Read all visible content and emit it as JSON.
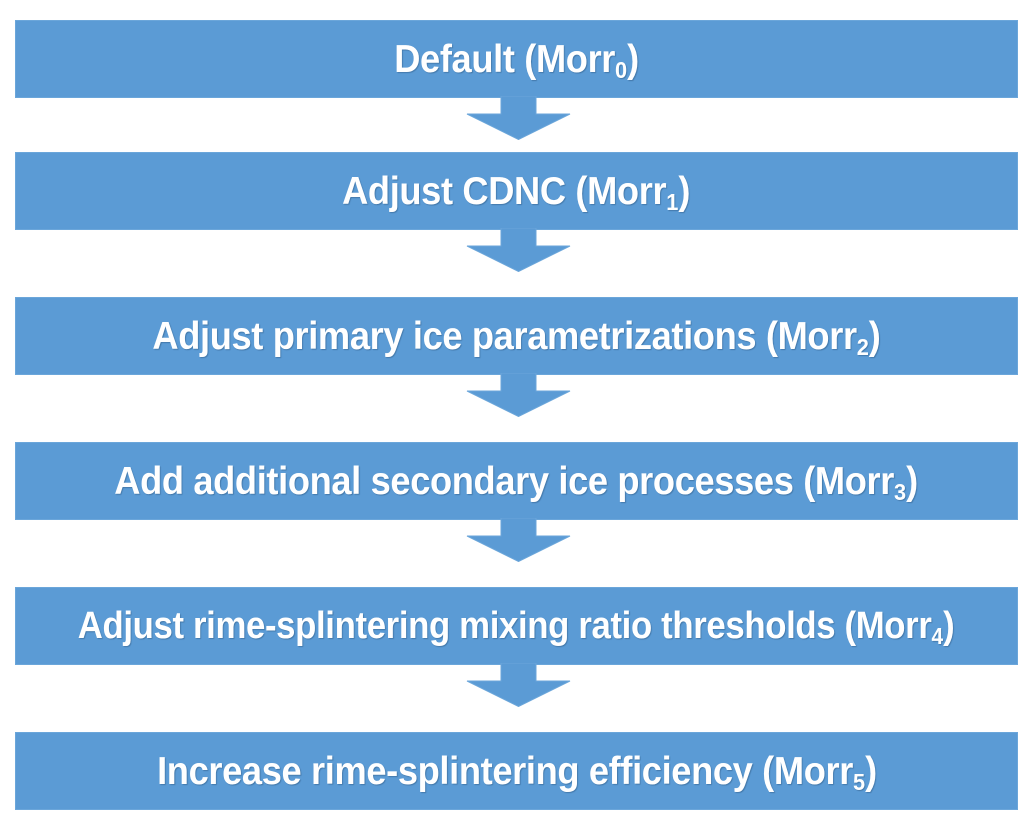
{
  "figure": {
    "kind": "vertical-flowchart",
    "orientation": "top-to-bottom",
    "box_color": "#5B9BD5",
    "box_outline_color": "#6BA6DA",
    "text_color": "#FFFFFF",
    "background_color": "#FFFFFF",
    "arrow_color": "#5B9BD5",
    "step_count": 6,
    "arrow_count": 5
  },
  "steps": [
    {
      "index": 0,
      "text_plain": "Default (Morr0)",
      "action": "Default",
      "label_prefix": "Default (Morr",
      "label_sub": "0",
      "label_suffix": ")"
    },
    {
      "index": 1,
      "text_plain": "Adjust CDNC (Morr1)",
      "action": "Adjust CDNC",
      "label_prefix": "Adjust CDNC (Morr",
      "label_sub": "1",
      "label_suffix": ")"
    },
    {
      "index": 2,
      "text_plain": "Adjust primary ice parametrizations (Morr2)",
      "action": "Adjust primary ice parametrizations",
      "label_prefix": "Adjust primary ice parametrizations (Morr",
      "label_sub": "2",
      "label_suffix": ")"
    },
    {
      "index": 3,
      "text_plain": "Add additional secondary ice processes (Morr3)",
      "action": "Add additional secondary ice processes",
      "label_prefix": "Add additional secondary ice processes (Morr",
      "label_sub": "3",
      "label_suffix": ")"
    },
    {
      "index": 4,
      "text_plain": "Adjust rime-splintering mixing ratio thresholds (Morr4)",
      "action": "Adjust rime-splintering mixing ratio thresholds",
      "label_prefix": "Adjust rime-splintering mixing ratio thresholds (Morr",
      "label_sub": "4",
      "label_suffix": ")"
    },
    {
      "index": 5,
      "text_plain": "Increase rime-splintering efficiency (Morr5)",
      "action": "Increase rime-splintering efficiency",
      "label_prefix": "Increase rime-splintering efficiency (Morr",
      "label_sub": "5",
      "label_suffix": ")"
    }
  ],
  "arrows": [
    {
      "index": 0,
      "from_step": 0,
      "to_step": 1,
      "icon": "arrow-down-icon"
    },
    {
      "index": 1,
      "from_step": 1,
      "to_step": 2,
      "icon": "arrow-down-icon"
    },
    {
      "index": 2,
      "from_step": 2,
      "to_step": 3,
      "icon": "arrow-down-icon"
    },
    {
      "index": 3,
      "from_step": 3,
      "to_step": 4,
      "icon": "arrow-down-icon"
    },
    {
      "index": 4,
      "from_step": 4,
      "to_step": 5,
      "icon": "arrow-down-icon"
    }
  ]
}
